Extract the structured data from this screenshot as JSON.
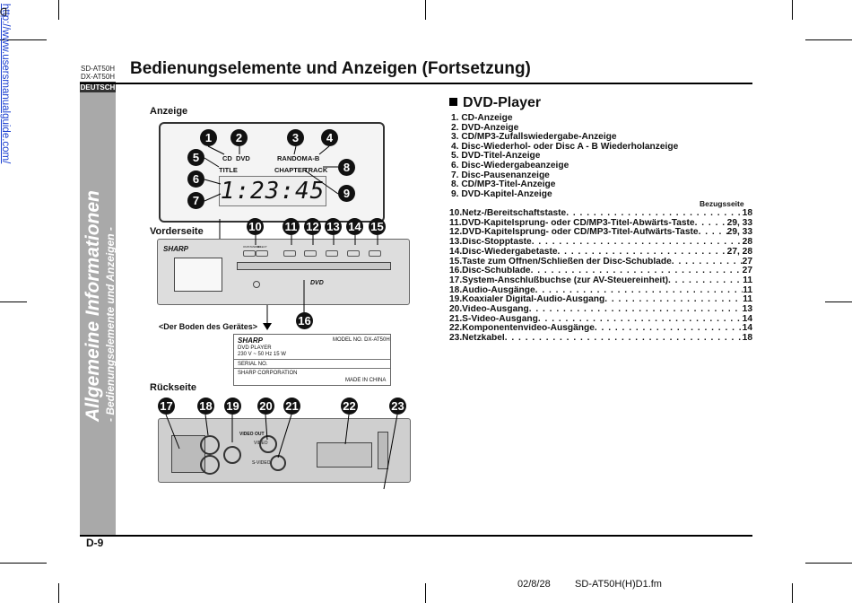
{
  "download": {
    "prefix": "Downloaded from: ",
    "url": "http://www.usersmanualguide.com/"
  },
  "models": [
    "SD-AT50H",
    "DX-AT50H"
  ],
  "language_badge": "DEUTSCH",
  "sidebar": {
    "main": "Allgemeine Informationen",
    "sub": "- Bedienungselemente und Anzeigen -"
  },
  "page_title": "Bedienungselemente und Anzeigen (Fortsetzung)",
  "sections": {
    "anzeige": "Anzeige",
    "vorderseite": "Vorderseite",
    "boden": "<Der Boden des Gerätes>",
    "rueckseite": "Rückseite"
  },
  "display": {
    "cd": "CD",
    "dvd": "DVD",
    "random": "RANDOM",
    "ab": "A-B",
    "title": "TITLE",
    "chapter": "CHAPTER",
    "track": "TRACK",
    "play": "▶",
    "pause": "❚❚",
    "time": "1:23:45"
  },
  "callouts": [
    "1",
    "2",
    "3",
    "4",
    "5",
    "6",
    "7",
    "8",
    "9",
    "10",
    "11",
    "12",
    "13",
    "14",
    "15",
    "16",
    "17",
    "18",
    "19",
    "20",
    "21",
    "22",
    "23"
  ],
  "front_panel": {
    "brand": "SHARP",
    "dvd_logo": "DVD",
    "btn_labels": [
      "ON/STAND-BY",
      "SELECT"
    ]
  },
  "label_plate": {
    "brand": "SHARP",
    "model": "MODEL NO. DX-AT50H",
    "product": "DVD PLAYER",
    "power": "230 V ~ 50 Hz   15 W",
    "serial": "SERIAL NO.",
    "corp": "SHARP CORPORATION",
    "origin": "MADE IN CHINA"
  },
  "rear_panel": {
    "video_out": "VIDEO OUT",
    "video": "VIDEO",
    "svideo": "S-VIDEO"
  },
  "dvd_section": {
    "heading": "DVD-Player",
    "items": [
      "1. CD-Anzeige",
      "2. DVD-Anzeige",
      "3. CD/MP3-Zufallswiedergabe-Anzeige",
      "4. Disc-Wiederhol- oder Disc A - B Wiederholanzeige",
      "5. DVD-Titel-Anzeige",
      "6. Disc-Wiedergabeanzeige",
      "7. Disc-Pausenanzeige",
      "8. CD/MP3-Titel-Anzeige",
      "9. DVD-Kapitel-Anzeige"
    ],
    "ref_header": "Bezugsseite",
    "toc": [
      {
        "name": "10.Netz-/Bereitschaftstaste",
        "page": "18"
      },
      {
        "name": "11.DVD-Kapitelsprung- oder CD/MP3-Titel-Abwärts-Taste",
        "page": "29, 33"
      },
      {
        "name": "12.DVD-Kapitelsprung- oder CD/MP3-Titel-Aufwärts-Taste",
        "page": "29, 33"
      },
      {
        "name": "13.Disc-Stopptaste",
        "page": "28"
      },
      {
        "name": "14.Disc-Wiedergabetaste",
        "page": "27, 28"
      },
      {
        "name": "15.Taste zum Öffnen/Schließen der Disc-Schublade",
        "page": "27"
      },
      {
        "name": "16.Disc-Schublade",
        "page": "27"
      },
      {
        "name": "17.System-Anschlußbuchse (zur AV-Steuereinheit)",
        "page": "11"
      },
      {
        "name": "18.Audio-Ausgänge",
        "page": "11"
      },
      {
        "name": "19.Koaxialer Digital-Audio-Ausgang",
        "page": "11"
      },
      {
        "name": "20.Video-Ausgang",
        "page": "13"
      },
      {
        "name": "21.S-Video-Ausgang",
        "page": "14"
      },
      {
        "name": "22.Komponentenvideo-Ausgänge",
        "page": "14"
      },
      {
        "name": "23.Netzkabel",
        "page": "18"
      }
    ]
  },
  "page_number": "D-9",
  "footer": {
    "date": "02/8/28",
    "file": "SD-AT50H(H)D1.fm"
  }
}
